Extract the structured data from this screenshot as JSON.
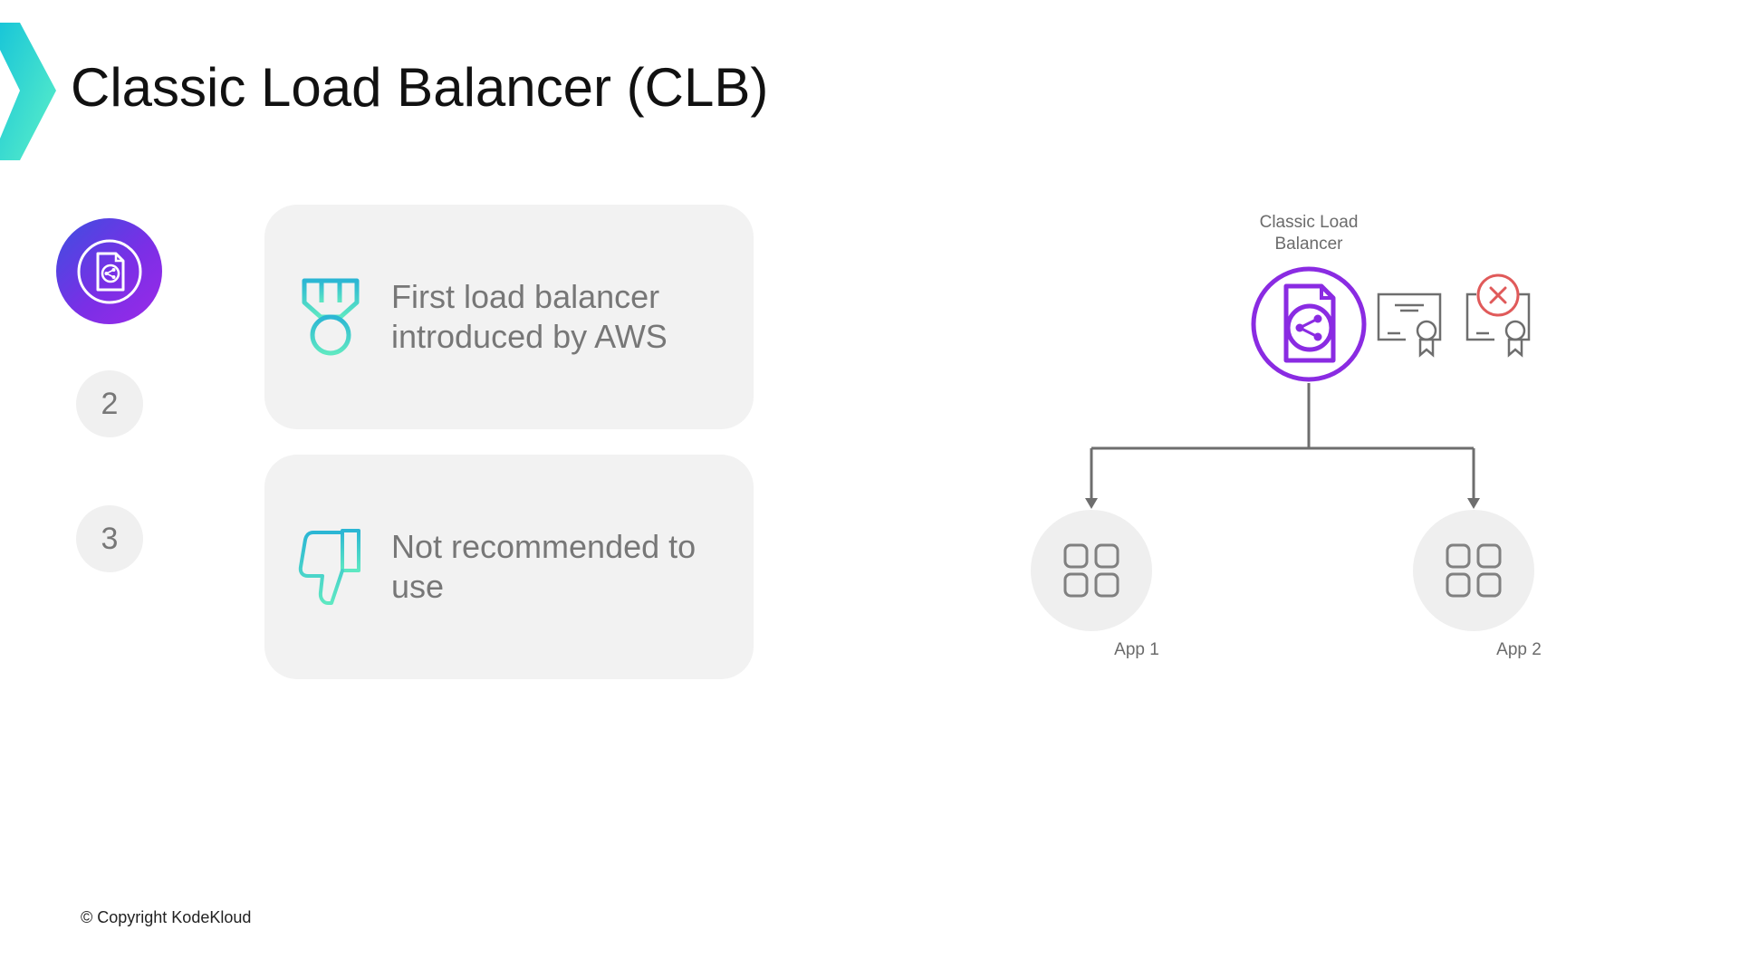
{
  "slide": {
    "title": "Classic Load Balancer (CLB)",
    "copyright": "© Copyright KodeKloud"
  },
  "steps": {
    "active_icon": "load-balancer-icon",
    "items": [
      {
        "label": "2"
      },
      {
        "label": "3"
      }
    ]
  },
  "cards": [
    {
      "icon": "medal-icon",
      "text": "First load balancer introduced by AWS"
    },
    {
      "icon": "thumbs-down-icon",
      "text": "Not recommended to use"
    }
  ],
  "diagram": {
    "balancer_label": "Classic Load Balancer",
    "apps": [
      {
        "label": "App 1"
      },
      {
        "label": "App 2"
      }
    ],
    "icons": [
      "certificate-icon",
      "certificate-rejected-icon",
      "apps-grid-icon"
    ]
  },
  "colors": {
    "accent_purple": "#8a2be2",
    "accent_teal": "#3fd1c4",
    "card_bg": "#f2f2f2",
    "reject_red": "#e05a5a"
  }
}
